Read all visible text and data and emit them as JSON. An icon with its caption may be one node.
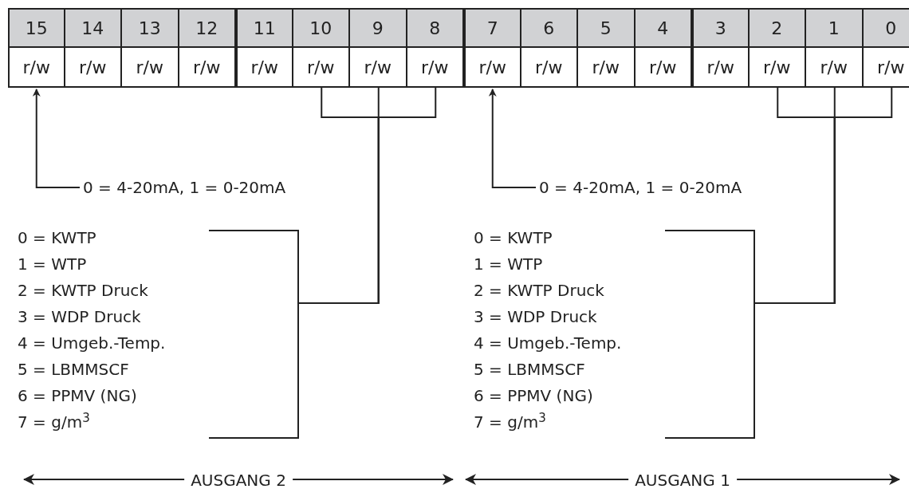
{
  "diagram": {
    "nodes": [
      {
        "text": [
          "15",
          "r/w"
        ]
      },
      {
        "text": [
          "14",
          "r/w"
        ]
      },
      {
        "text": [
          "13",
          "r/w"
        ]
      },
      {
        "text": [
          "12",
          "r/w"
        ]
      },
      {
        "text": [
          "11",
          "r/w"
        ]
      },
      {
        "text": [
          "10",
          "r/w"
        ]
      },
      {
        "text": [
          "9",
          "r/w"
        ]
      },
      {
        "text": [
          "8",
          "r/w"
        ]
      },
      {
        "text": [
          "7",
          "r/w"
        ]
      },
      {
        "text": [
          "6",
          "r/w"
        ]
      },
      {
        "text": [
          "5",
          "r/w"
        ]
      },
      {
        "text": [
          "4",
          "r/w"
        ]
      },
      {
        "text": [
          "3",
          "r/w"
        ]
      },
      {
        "text": [
          "2",
          "r/w"
        ]
      },
      {
        "text": [
          "1",
          "r/w"
        ]
      },
      {
        "text": [
          "0",
          "r/w"
        ]
      },
      {
        "text": [
          "0 = 4-20mA, 1 = 0-20mA"
        ]
      },
      {
        "text": [
          "0 = KWTP",
          "1 = WTP",
          "2 = KWTP Druck",
          "3 = WDP Druck",
          "4 = Umgeb.-Temp.",
          "5 = LBMMSCF",
          "6 = PPMV (NG)",
          "7 = g/m$^{3}$"
        ]
      },
      {
        "text": [
          "0 = 4-20mA, 1 = 0-20mA"
        ]
      },
      {
        "text": [
          "0 = KWTP",
          "1 = WTP",
          "2 = KWTP Druck",
          "3 = WDP Druck",
          "4 = Umgeb.-Temp.",
          "5 = LBMMSCF",
          "6 = PPMV (NG)",
          "7 = g/m$^{3}$"
        ]
      }
    ],
    "edges": [
      {
        "from": 16,
        "to": 0,
        "arrow": "to"
      },
      {
        "from": 17,
        "to": 5,
        "arrow": "none"
      },
      {
        "from": 17,
        "to": 6,
        "arrow": "none"
      },
      {
        "from": 17,
        "to": 7,
        "arrow": "none"
      },
      {
        "from": 18,
        "to": 8,
        "arrow": "to"
      },
      {
        "from": 19,
        "to": 13,
        "arrow": "none"
      },
      {
        "from": 19,
        "to": 14,
        "arrow": "none"
      },
      {
        "from": 19,
        "to": 15,
        "arrow": "none"
      }
    ],
    "labels": [
      "AUSGANG 2",
      "AUSGANG 1"
    ]
  }
}
